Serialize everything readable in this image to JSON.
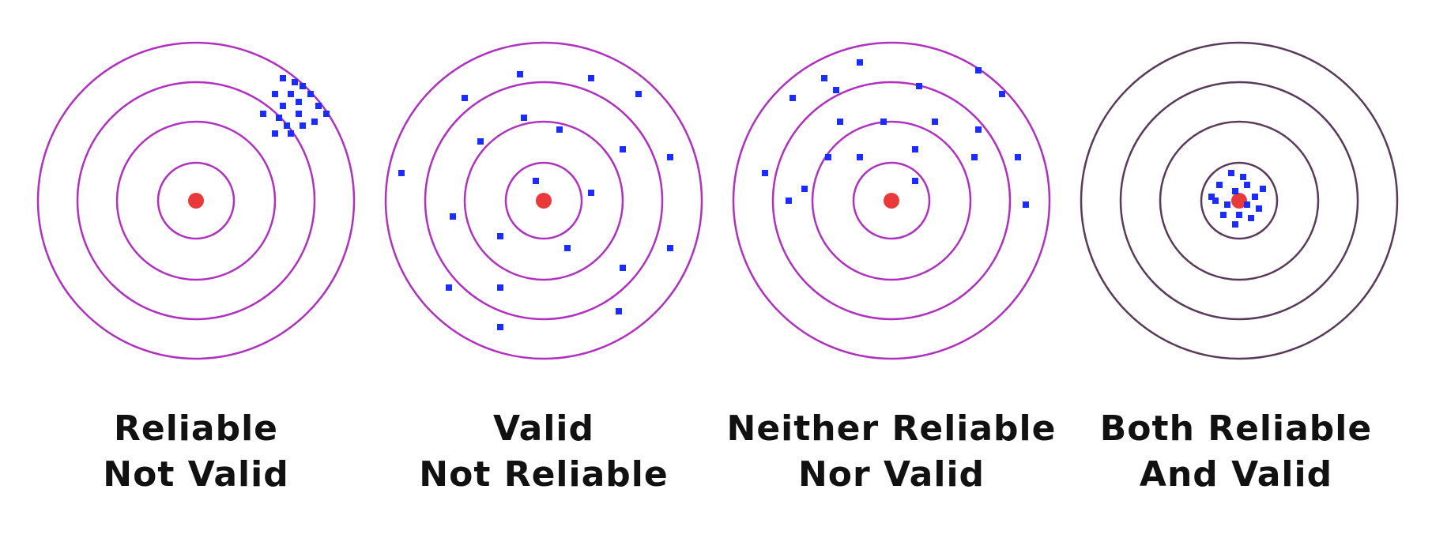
{
  "colors": {
    "ring": "#b030c0",
    "ring_dark": "#5a3a5a",
    "bullseye": "#e83a3a",
    "shot": "#1a2cff",
    "text": "#111111"
  },
  "panels": [
    {
      "id": "reliable-not-valid",
      "line1": "Reliable",
      "line2": "Not Valid",
      "ring_style": "ring",
      "shots": [
        [
          1.1,
          -1.55
        ],
        [
          1.25,
          -1.5
        ],
        [
          1.35,
          -1.45
        ],
        [
          1.0,
          -1.35
        ],
        [
          1.2,
          -1.35
        ],
        [
          1.45,
          -1.35
        ],
        [
          1.1,
          -1.2
        ],
        [
          1.3,
          -1.25
        ],
        [
          1.55,
          -1.2
        ],
        [
          0.85,
          -1.1
        ],
        [
          1.05,
          -1.05
        ],
        [
          1.3,
          -1.1
        ],
        [
          1.5,
          -1.0
        ],
        [
          1.15,
          -0.95
        ],
        [
          1.35,
          -0.95
        ],
        [
          1.65,
          -1.1
        ],
        [
          1.0,
          -0.85
        ],
        [
          1.2,
          -0.85
        ]
      ]
    },
    {
      "id": "valid-not-reliable",
      "line1": "Valid",
      "line2": "Not Reliable",
      "ring_style": "ring",
      "shots": [
        [
          -0.3,
          -1.6
        ],
        [
          0.6,
          -1.55
        ],
        [
          1.2,
          -1.35
        ],
        [
          -1.0,
          -1.3
        ],
        [
          -0.25,
          -1.05
        ],
        [
          0.2,
          -0.9
        ],
        [
          -0.8,
          -0.75
        ],
        [
          1.0,
          -0.65
        ],
        [
          1.6,
          -0.55
        ],
        [
          -1.8,
          -0.35
        ],
        [
          -0.1,
          -0.25
        ],
        [
          0.6,
          -0.1
        ],
        [
          -1.15,
          0.2
        ],
        [
          -0.55,
          0.45
        ],
        [
          0.3,
          0.6
        ],
        [
          1.6,
          0.6
        ],
        [
          1.0,
          0.85
        ],
        [
          -1.2,
          1.1
        ],
        [
          -0.55,
          1.1
        ],
        [
          0.95,
          1.4
        ],
        [
          -0.55,
          1.6
        ]
      ]
    },
    {
      "id": "neither",
      "line1": "Neither Reliable",
      "line2": "Nor Valid",
      "ring_style": "ring",
      "shots": [
        [
          -0.4,
          -1.75
        ],
        [
          -0.85,
          -1.55
        ],
        [
          -0.7,
          -1.4
        ],
        [
          -1.25,
          -1.3
        ],
        [
          0.35,
          -1.45
        ],
        [
          1.1,
          -1.65
        ],
        [
          1.4,
          -1.35
        ],
        [
          -0.65,
          -1.0
        ],
        [
          -0.1,
          -1.0
        ],
        [
          0.55,
          -1.0
        ],
        [
          1.1,
          -0.9
        ],
        [
          0.3,
          -0.65
        ],
        [
          -0.8,
          -0.55
        ],
        [
          -0.4,
          -0.55
        ],
        [
          1.05,
          -0.55
        ],
        [
          1.6,
          -0.55
        ],
        [
          -1.6,
          -0.35
        ],
        [
          0.3,
          -0.25
        ],
        [
          -1.1,
          -0.15
        ],
        [
          1.7,
          0.05
        ],
        [
          -1.3,
          0.0
        ]
      ]
    },
    {
      "id": "both",
      "line1": "Both Reliable",
      "line2": "And Valid",
      "ring_style": "ring_dark",
      "shots": [
        [
          -0.1,
          -0.35
        ],
        [
          0.05,
          -0.3
        ],
        [
          -0.25,
          -0.2
        ],
        [
          0.1,
          -0.2
        ],
        [
          -0.05,
          -0.12
        ],
        [
          0.2,
          -0.05
        ],
        [
          -0.3,
          0.0
        ],
        [
          -0.15,
          0.05
        ],
        [
          0.1,
          0.05
        ],
        [
          0.25,
          0.1
        ],
        [
          -0.2,
          0.18
        ],
        [
          0.0,
          0.18
        ],
        [
          0.15,
          0.22
        ],
        [
          -0.05,
          0.3
        ],
        [
          -0.35,
          -0.05
        ],
        [
          0.3,
          -0.15
        ]
      ]
    }
  ]
}
